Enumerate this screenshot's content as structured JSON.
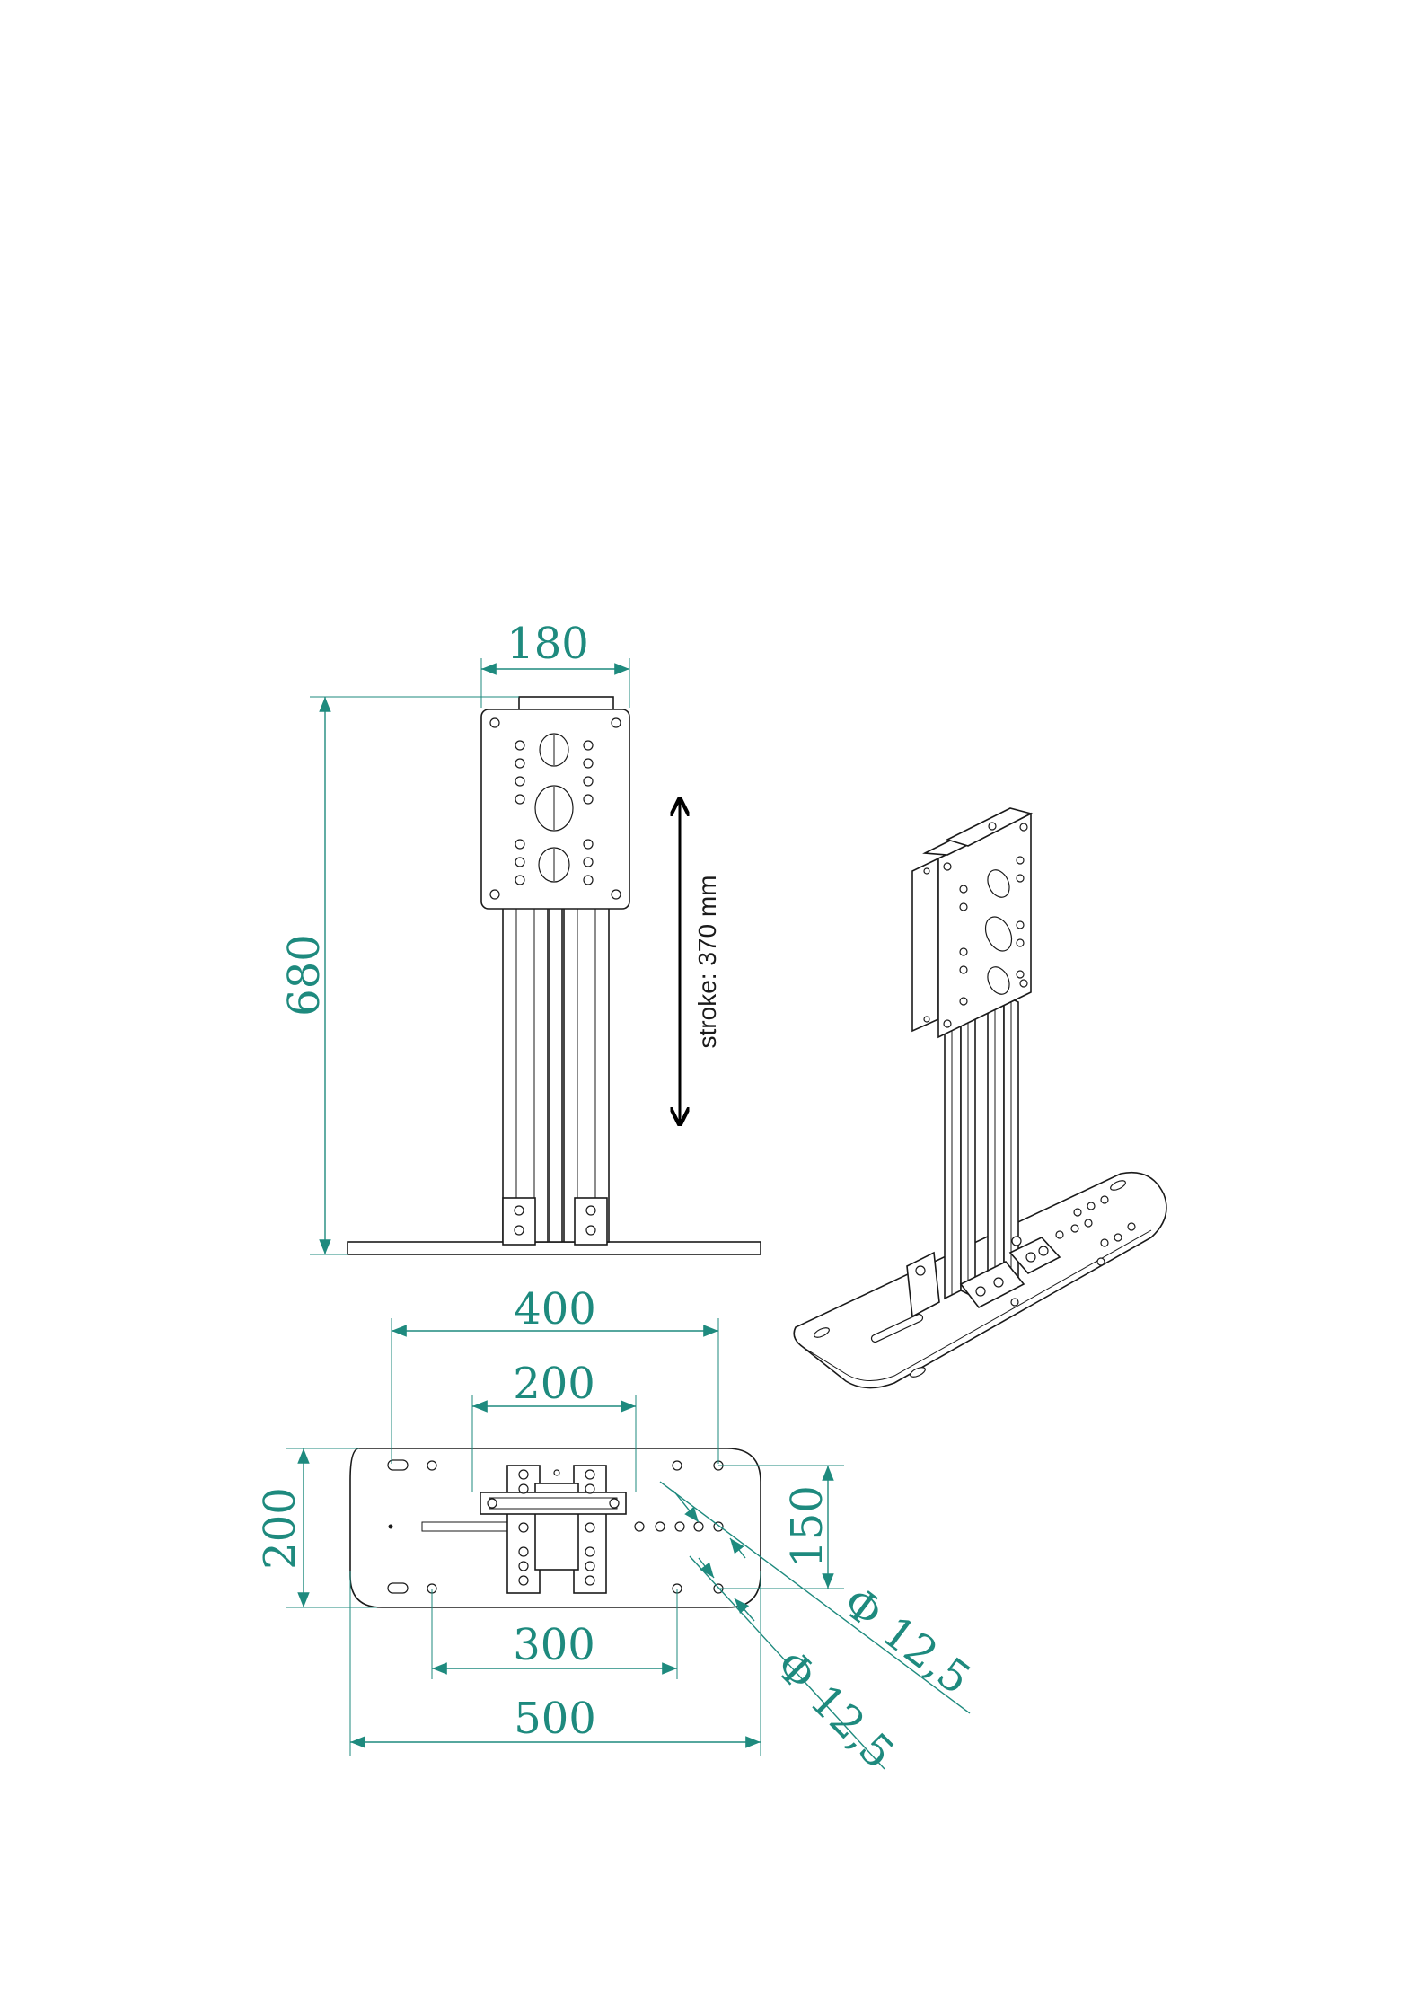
{
  "colors": {
    "dimension": "#1e8a7e",
    "outline": "#1a1a1a",
    "background": "#ffffff"
  },
  "front_view": {
    "top_width": "180",
    "total_height": "680",
    "stroke_label": "stroke: 370 mm"
  },
  "top_view": {
    "outer_hole_spacing": "400",
    "bracket_spacing": "200",
    "plate_depth": "200",
    "row_spacing": "150",
    "inner_hole_spacing": "300",
    "plate_length": "500",
    "hole_diameter_1": "Φ 12,5",
    "hole_diameter_2": "Φ 12,5"
  }
}
